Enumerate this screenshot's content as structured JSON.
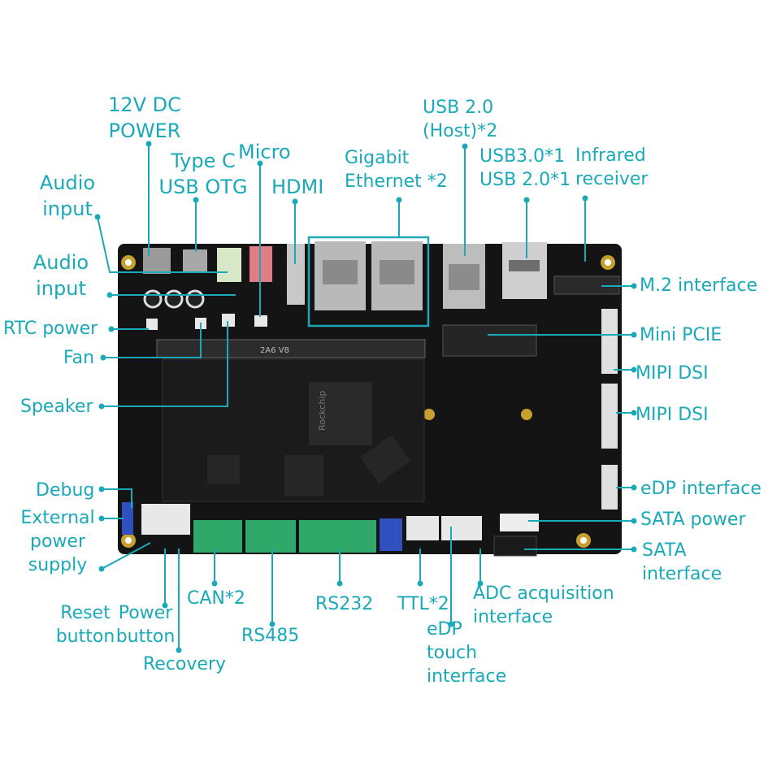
{
  "colors": {
    "label": "#1aa9b8",
    "line": "#1aa9b8",
    "board": "#141414",
    "highlight": "#1aa9b8"
  },
  "board": {
    "chip_text": "Rockchip",
    "sodimm_text": "2A6 V8"
  },
  "labels": {
    "dc_power": "12V DC\nPOWER",
    "typec": "Type C\nUSB OTG",
    "micro": "Micro",
    "hdmi": "HDMI",
    "ethernet": "Gigabit\nEthernet *2",
    "usb_host": "USB 2.0\n(Host)*2",
    "usb3": "USB3.0*1\nUSB 2.0*1",
    "infrared": "Infrared\nreceiver",
    "audio_input_1": "Audio\ninput",
    "audio_input_2": "Audio\ninput",
    "rtc": "RTC power",
    "fan": "Fan",
    "speaker": "Speaker",
    "debug": "Debug",
    "ext_power": "External\npower\nsupply",
    "reset": "Reset\nbutton",
    "power_button": "Power\nbutton",
    "recovery": "Recovery",
    "can": "CAN*2",
    "rs485": "RS485",
    "rs232": "RS232",
    "ttl": "TTL*2",
    "edp_touch": "eDP\ntouch\ninterface",
    "adc": "ADC acquisition\ninterface",
    "m2": "M.2 interface",
    "mini_pcie": "Mini PCIE",
    "mipi_dsi_1": "MIPI DSI",
    "mipi_dsi_2": "MIPI DSI",
    "edp": "eDP interface",
    "sata_power": "SATA power",
    "sata": "SATA\ninterface"
  }
}
